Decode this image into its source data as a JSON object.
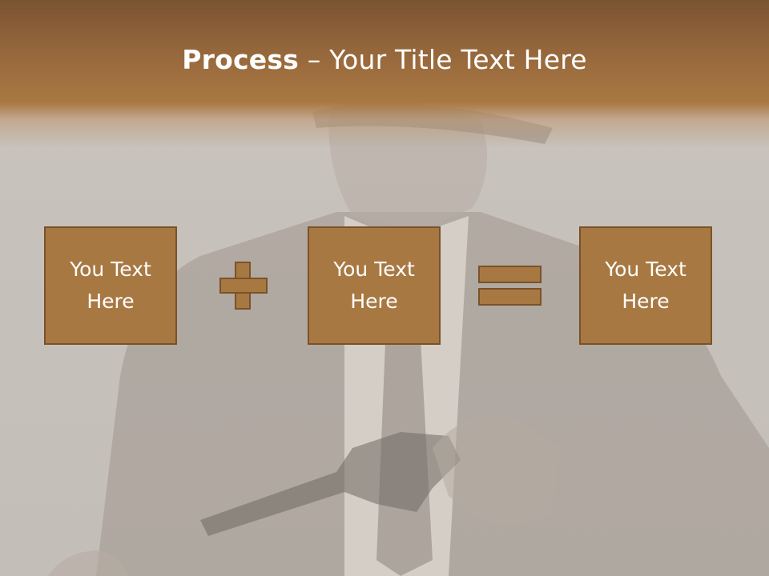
{
  "slide": {
    "title_bold": "Process",
    "title_rest": " – Your Title Text Here",
    "boxes": [
      {
        "text": "You Text\nHere"
      },
      {
        "text": "You Text\nHere"
      },
      {
        "text": "You Text\nHere"
      }
    ],
    "operators": [
      "plus-icon",
      "equals-icon"
    ],
    "background_image": "man-in-suit-with-hat-holding-revolver",
    "colors": {
      "box_fill": "#a87842",
      "box_border": "#7a5229",
      "title_band": "#a06f3f",
      "background": "#c9c3bd",
      "text": "#ffffff"
    }
  }
}
